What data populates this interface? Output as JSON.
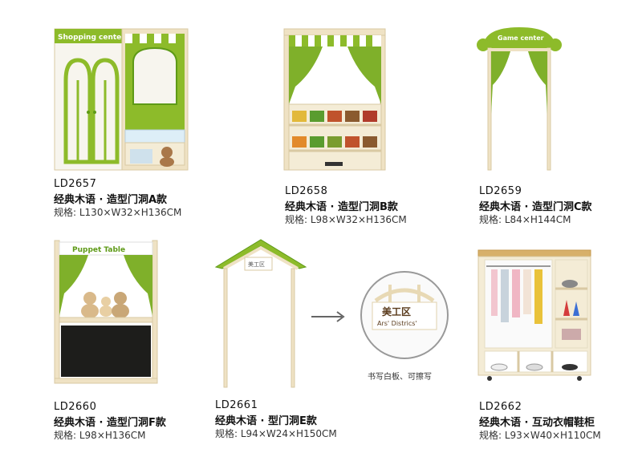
{
  "colors": {
    "green": "#8dbb2a",
    "dark_green": "#5e9a17",
    "wood": "#efe2c4",
    "wood_edge": "#d9c9a3",
    "board": "#1d1d1b"
  },
  "products": [
    {
      "code": "LD2657",
      "name": "经典木语 · 造型门洞A款",
      "spec": "规格: L130×W32×H136CM",
      "sign": "Shopping center"
    },
    {
      "code": "LD2658",
      "name": "经典木语 · 造型门洞B款",
      "spec": "规格: L98×W32×H136CM"
    },
    {
      "code": "LD2659",
      "name": "经典木语 · 造型门洞C款",
      "spec": "规格: L84×H144CM",
      "sign": "Game center"
    },
    {
      "code": "LD2660",
      "name": "经典木语 · 造型门洞F款",
      "spec": "规格: L98×H136CM",
      "sign": "Puppet Table"
    },
    {
      "code": "LD2661",
      "name": "经典木语 · 型门洞E款",
      "spec": "规格: L94×W24×H150CM",
      "sign_cn": "美工区",
      "sign_en": "Ars' Districs'",
      "detail_note": "书写白板、可擦写"
    },
    {
      "code": "LD2662",
      "name": "经典木语 · 互动衣帽鞋柜",
      "spec": "规格: L93×W40×H110CM"
    }
  ]
}
